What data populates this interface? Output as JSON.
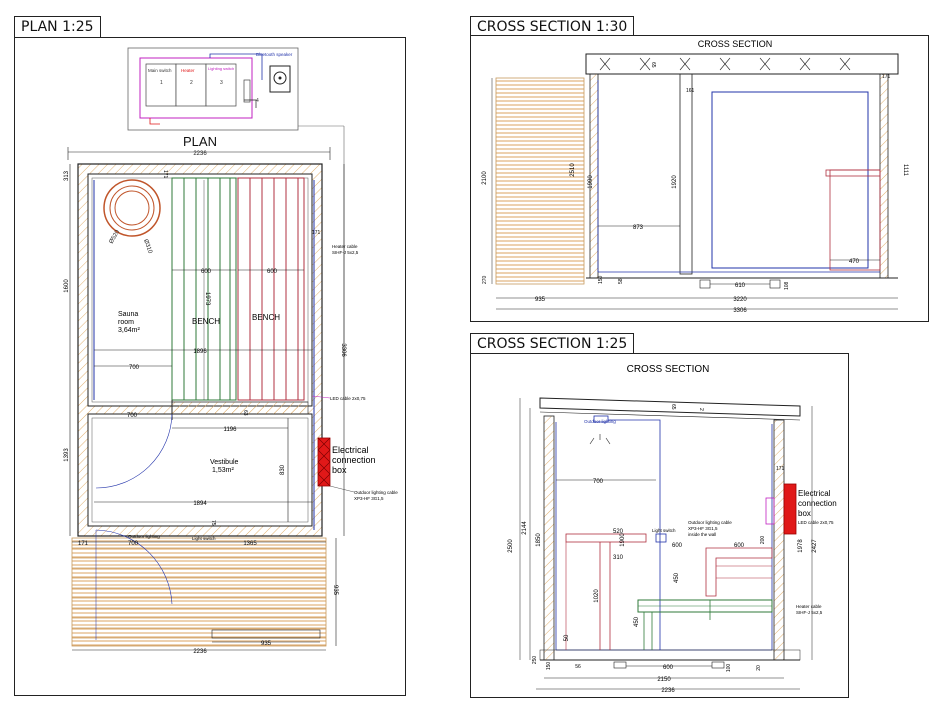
{
  "panels": {
    "plan": {
      "tab": "PLAN 1:25",
      "heading": "PLAN"
    },
    "cs1": {
      "tab": "CROSS SECTION 1:30",
      "heading": "CROSS SECTION"
    },
    "cs2": {
      "tab": "CROSS SECTION 1:25",
      "heading": "CROSS SECTION"
    }
  },
  "plan": {
    "panel_labels": {
      "main_switch": "Main switch",
      "heater": "Heater",
      "lighting_sw": "Lighting switch",
      "bt_speaker": "Bluetooth speaker",
      "n1": "1",
      "n2": "2",
      "n3": "3",
      "n4": "4"
    },
    "dims": {
      "w_top": "2236",
      "d313": "313",
      "d171a": "171",
      "d171b": "171",
      "d171c": "171",
      "d1600": "1600",
      "d1393": "1393",
      "d3306": "3306",
      "d600a": "600",
      "d600b": "600",
      "d1973": "1973",
      "d1896": "1896",
      "d700a": "700",
      "d700b": "700",
      "d1196": "1196",
      "d830": "830",
      "d1894": "1894",
      "d63": "63",
      "d75": "75",
      "d700c": "700",
      "d1365": "1365",
      "d935a": "935",
      "d935b": "935",
      "w_bottom": "2236"
    },
    "stove": {
      "d_outer": "Ø520",
      "d_inner": "Ø310"
    },
    "room": {
      "sauna_name": "Sauna",
      "sauna_word": "room",
      "sauna_area": "3,64m²",
      "bench_1": "BENCH",
      "bench_2": "BENCH",
      "vest_name": "Vestibule",
      "vest_area": "1,53m²"
    },
    "cables": {
      "heater_1": "Heater cable",
      "heater_2": "SIHF-J 5x2,5",
      "led": "LED cable 2x0,75",
      "outdoor_1": "Outdoor lighting cable",
      "outdoor_2": "XP3-HF 3G1,5"
    },
    "misc": {
      "outdoor_lighting": "Outdoor lighting",
      "light_switch": "Light switch"
    },
    "elec": {
      "l1": "Electrical",
      "l2": "connection",
      "l3": "box"
    }
  },
  "cs1": {
    "dims": {
      "d2100": "2100",
      "d2510": "2510",
      "d1990": "1990",
      "d1920": "1920",
      "d161": "161",
      "d873": "873",
      "d1111": "1111",
      "d171": "171",
      "d470": "470",
      "d150": "150",
      "d58": "58",
      "d610": "610",
      "d108": "108",
      "d270": "270",
      "d935": "935",
      "d3220": "3220",
      "d3306": "3306",
      "d65": "65"
    }
  },
  "cs2": {
    "dims": {
      "d2500": "2500",
      "d2144": "2144",
      "d1850": "1850",
      "d700": "700",
      "d520": "520",
      "d310": "310",
      "d1020": "1020",
      "d1900": "1900",
      "d600a": "600",
      "d600b": "600",
      "d450a": "450",
      "d450b": "450",
      "d2427": "2427",
      "d1978": "1978",
      "d200": "200",
      "d171": "171",
      "d65": "65",
      "d2": "2",
      "d50": "50",
      "d250": "250",
      "d150": "150",
      "d56": "56",
      "d600c": "600",
      "d100": "100",
      "d20": "20",
      "d2150": "2150",
      "d2236": "2236"
    },
    "labels": {
      "outdoor_lighting": "Outdoor lighting",
      "light_switch": "Light switch",
      "outdoor_cable_1": "Outdoor lighting cable",
      "outdoor_cable_2": "XP3-HF 3G1,5",
      "outdoor_cable_3": "inside the wall",
      "led_cable": "LED cable 2x0,75",
      "heater_cable_1": "Heater cable",
      "heater_cable_2": "SIHF-J 5x2,5"
    },
    "elec": {
      "l1": "Electrical",
      "l2": "connection",
      "l3": "box"
    }
  },
  "colors": {
    "timber": "#c79a5e",
    "bench_green": "#2f7a3a",
    "bench_red": "#b03040",
    "wall_blue": "#2233aa",
    "electric": "#e01818",
    "magenta": "#c020c0",
    "line": "#222222"
  }
}
